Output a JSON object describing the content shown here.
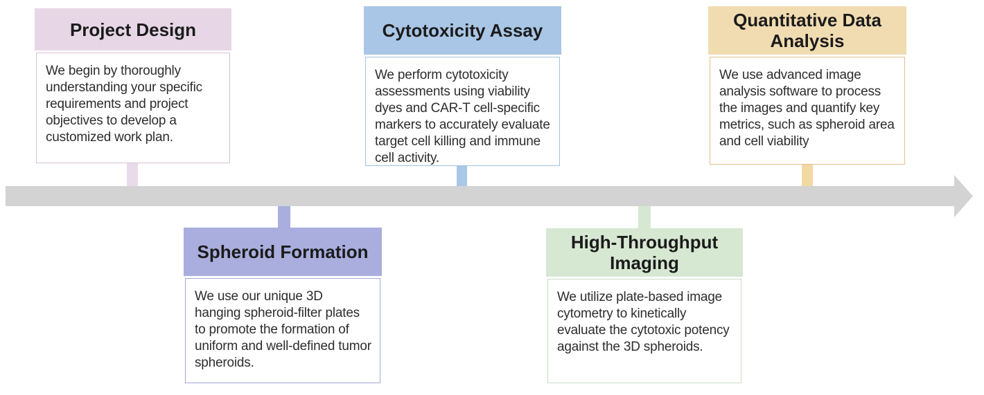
{
  "page": {
    "background": "#ffffff"
  },
  "timeline": {
    "direction": "left-to-right",
    "color": "#d3d3d3"
  },
  "steps": [
    {
      "title": "Project Design",
      "description": "We begin by thoroughly understanding your specific requirements and project objectives to develop a customized work plan.",
      "position": "above-timeline",
      "header_bg": "#e7d7e6",
      "border_color": "#d9c0d7",
      "stem_color": "#e9dbe9"
    },
    {
      "title": "Spheroid Formation",
      "description": "We use our unique 3D hanging spheroid-filter plates to promote the formation of uniform and well-defined tumor spheroids.",
      "position": "below-timeline",
      "header_bg": "#a9aede",
      "border_color": "#a2a8da",
      "stem_color": "#a9aede"
    },
    {
      "title": "Cytotoxicity Assay",
      "description": "We perform cytotoxicity assessments using viability dyes and CAR-T cell-specific markers to accurately evaluate target cell killing and immune cell activity.",
      "position": "above-timeline",
      "header_bg": "#a9c6e6",
      "border_color": "#9fc2e2",
      "stem_color": "#a9c7e6"
    },
    {
      "title": "High-Throughput Imaging",
      "description": "We utilize plate-based image cytometry to kinetically evaluate the cytotoxic potency against the 3D spheroids.",
      "position": "below-timeline",
      "header_bg": "#d6e7d2",
      "border_color": "#c8dcc6",
      "stem_color": "#d6e7d2"
    },
    {
      "title": "Quantitative Data Analysis",
      "description": "We use advanced image analysis software to process the images and quantify key metrics, such as spheroid area and cell viability",
      "position": "above-timeline",
      "header_bg": "#f1dcb1",
      "border_color": "#e0c08a",
      "stem_color": "#f2d9a4"
    }
  ]
}
